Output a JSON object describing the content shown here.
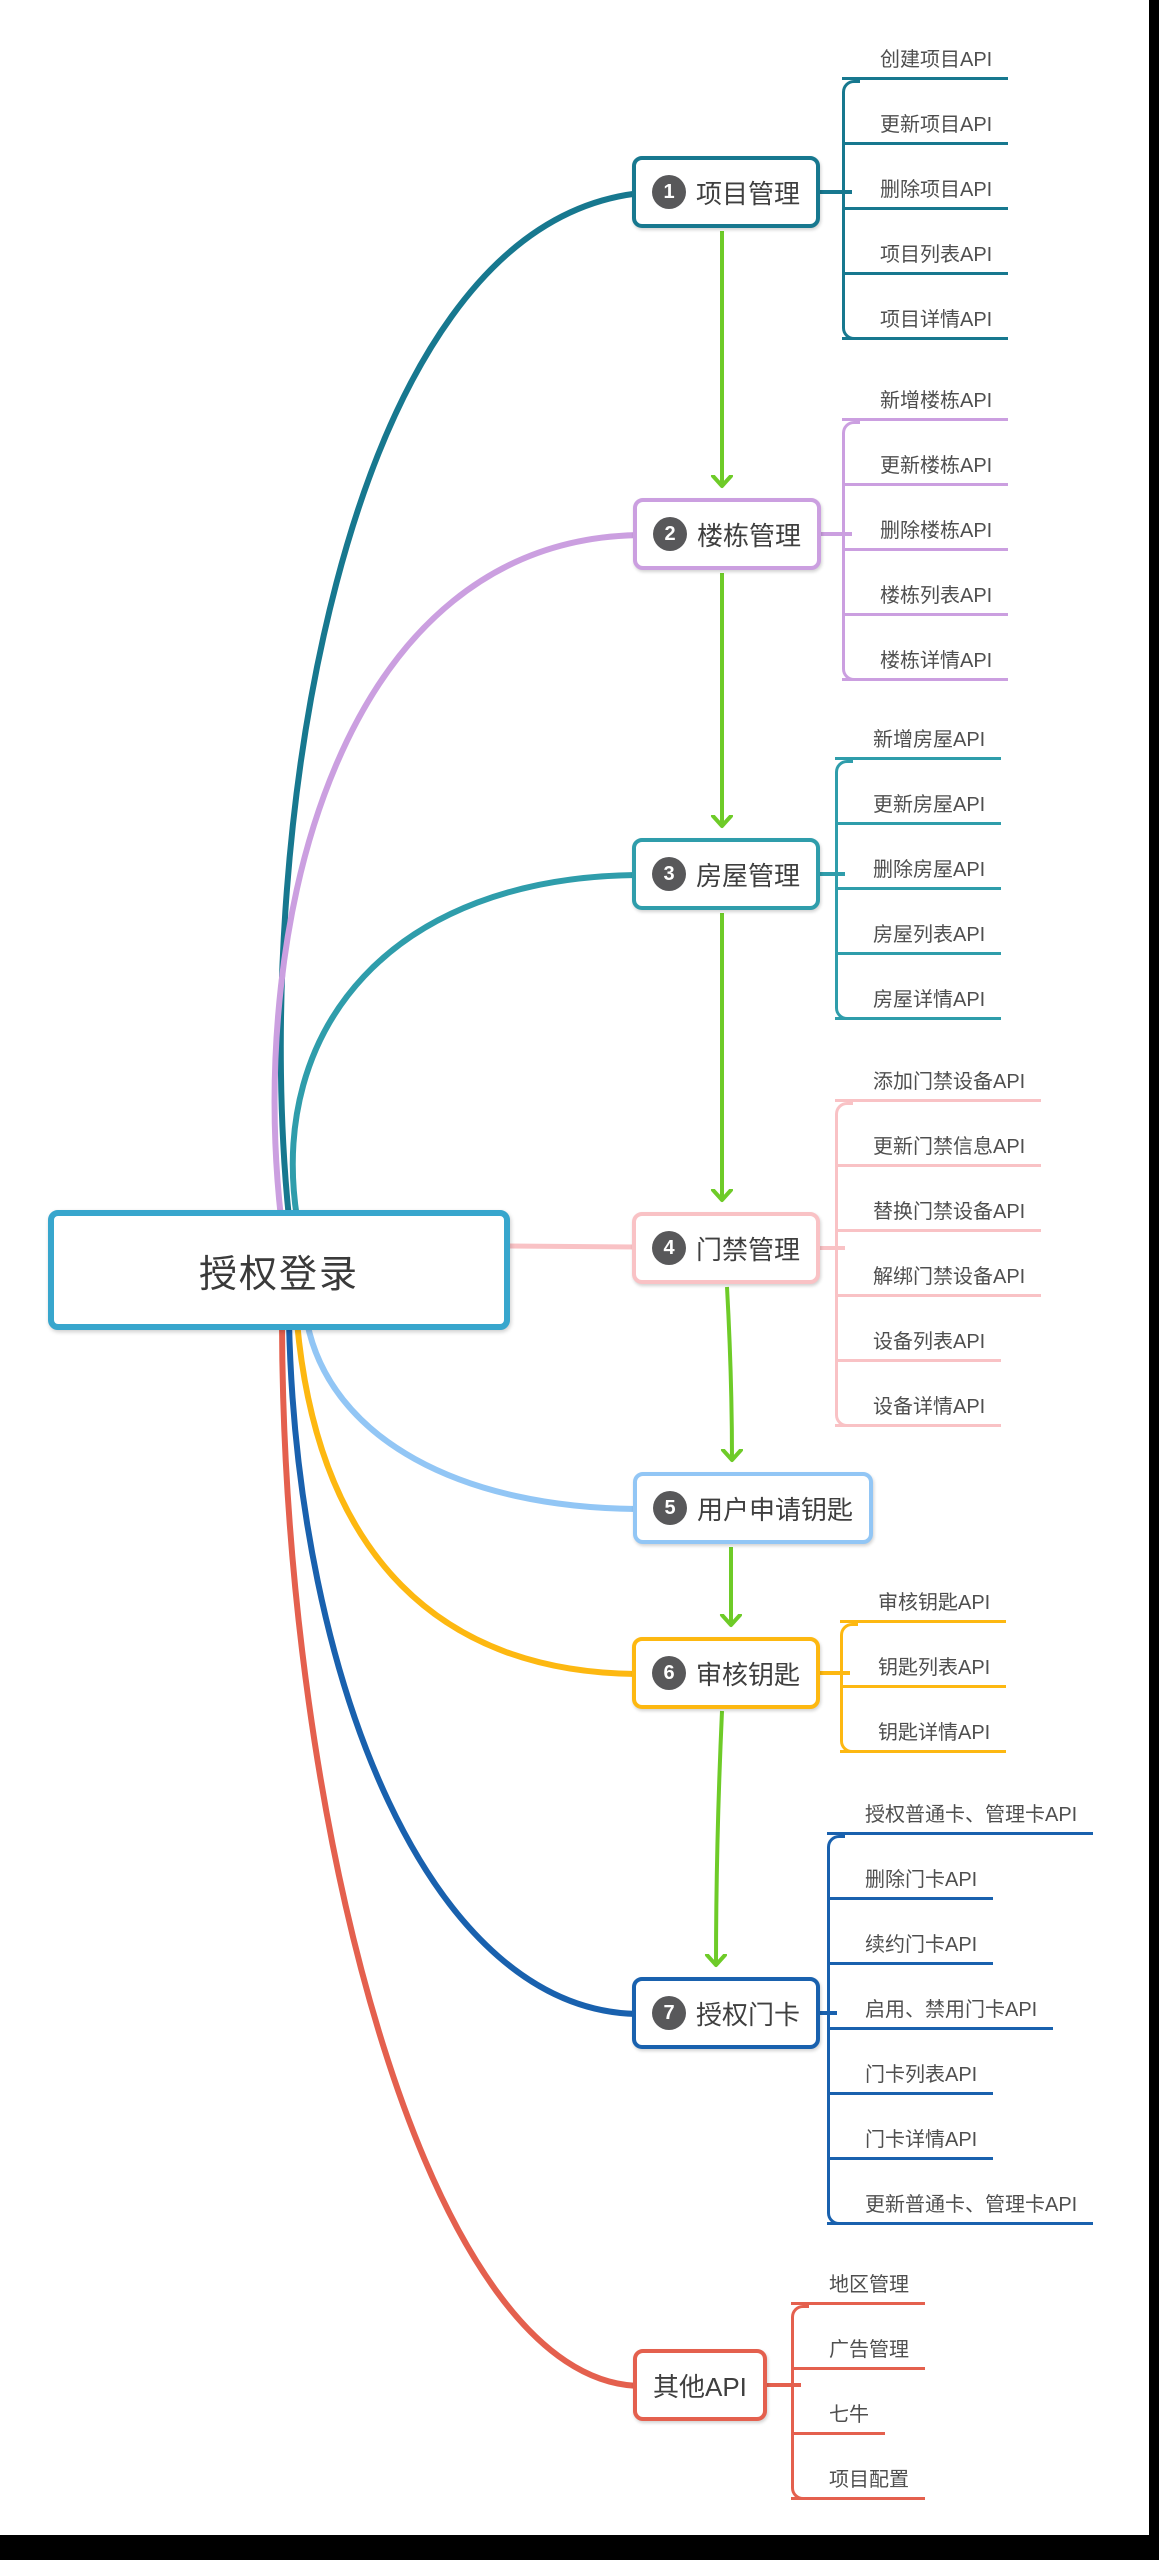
{
  "root": {
    "label": "授权登录",
    "color": "#38a6cd"
  },
  "colors": {
    "arrow": "#6ecb28",
    "number_circle": "#58585a",
    "text": "#3f3f3f"
  },
  "branches": [
    {
      "num": "1",
      "label": "项目管理",
      "color": "#17788f",
      "children": [
        "创建项目API",
        "更新项目API",
        "删除项目API",
        "项目列表API",
        "项目详情API"
      ]
    },
    {
      "num": "2",
      "label": "楼栋管理",
      "color": "#cb9fe0",
      "children": [
        "新增楼栋API",
        "更新楼栋API",
        "删除楼栋API",
        "楼栋列表API",
        "楼栋详情API"
      ]
    },
    {
      "num": "3",
      "label": "房屋管理",
      "color": "#2f9dab",
      "children": [
        "新增房屋API",
        "更新房屋API",
        "删除房屋API",
        "房屋列表API",
        "房屋详情API"
      ]
    },
    {
      "num": "4",
      "label": "门禁管理",
      "color": "#f9c2c5",
      "children": [
        "添加门禁设备API",
        "更新门禁信息API",
        "替换门禁设备API",
        "解绑门禁设备API",
        "设备列表API",
        "设备详情API"
      ]
    },
    {
      "num": "5",
      "label": "用户申请钥匙",
      "color": "#92c6f5",
      "children": []
    },
    {
      "num": "6",
      "label": "审核钥匙",
      "color": "#fdb811",
      "children": [
        "审核钥匙API",
        "钥匙列表API",
        "钥匙详情API"
      ]
    },
    {
      "num": "7",
      "label": "授权门卡",
      "color": "#1961ae",
      "children": [
        "授权普通卡、管理卡API",
        "删除门卡API",
        "续约门卡API",
        "启用、禁用门卡API",
        "门卡列表API",
        "门卡详情API",
        "更新普通卡、管理卡API"
      ]
    },
    {
      "num": null,
      "label": "其他API",
      "color": "#e4604e",
      "children": [
        "地区管理",
        "广告管理",
        "七牛",
        "项目配置"
      ]
    }
  ]
}
